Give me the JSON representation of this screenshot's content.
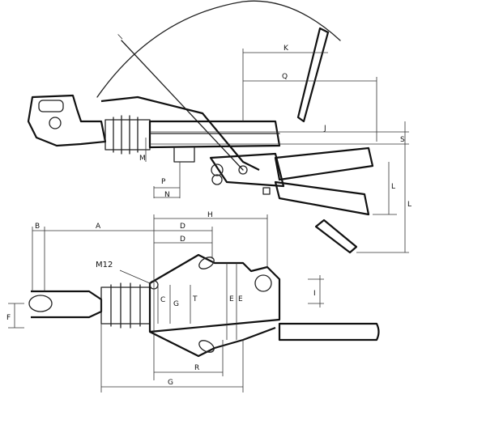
{
  "labels": {
    "K": "K",
    "Q": "Q",
    "J": "J",
    "S": "S",
    "M": "M",
    "P": "P",
    "N": "N",
    "L1": "L",
    "L2": "L",
    "H": "H",
    "D1": "D",
    "D2": "D",
    "A": "A",
    "B": "B",
    "M12": "M12",
    "F": "F",
    "C": "C",
    "G1": "G",
    "T": "T",
    "E1": "E",
    "E2": "E",
    "I": "I",
    "R": "R",
    "G2": "G"
  }
}
